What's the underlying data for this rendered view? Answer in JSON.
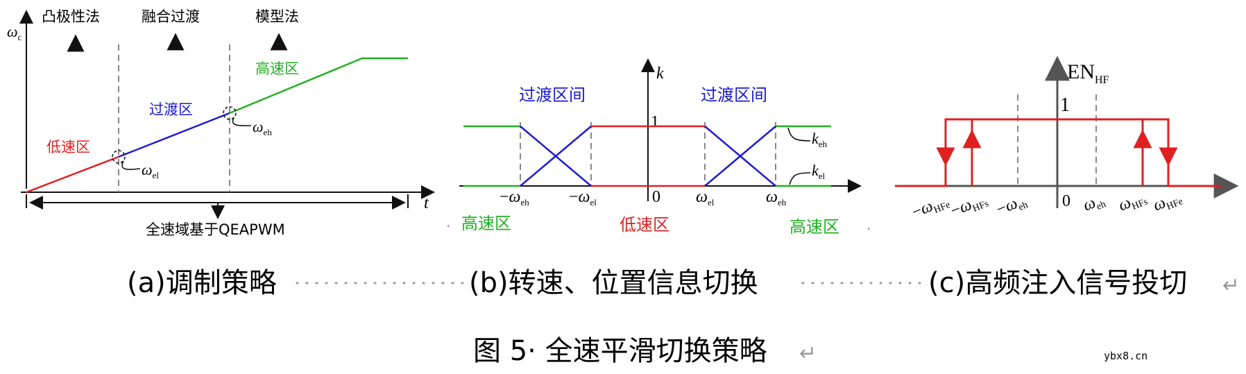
{
  "panel_a": {
    "y_axis_label": "ω",
    "y_axis_sub": "c",
    "x_axis_label": "t",
    "top_labels": [
      "凸极性法",
      "融合过渡",
      "模型法"
    ],
    "region_low": "低速区",
    "region_transition": "过渡区",
    "region_high": "高速区",
    "omega_el": "ω",
    "omega_el_sub": "el",
    "omega_eh": "ω",
    "omega_eh_sub": "eh",
    "bottom_label": "全速域基于QEAPWM"
  },
  "panel_b": {
    "y_axis_label": "k",
    "tick_one": "1",
    "tick_zero": "0",
    "transition_label_left": "过渡区间",
    "transition_label_right": "过渡区间",
    "curve_keh": "k",
    "curve_keh_sub": "eh",
    "curve_kel": "k",
    "curve_kel_sub": "el",
    "x_ticks": [
      {
        "sign": "−",
        "sym": "ω",
        "sub": "eh"
      },
      {
        "sign": "−",
        "sym": "ω",
        "sub": "el"
      },
      {
        "sign": "",
        "sym": "ω",
        "sub": "el"
      },
      {
        "sign": "",
        "sym": "ω",
        "sub": "eh"
      }
    ],
    "region_high_left": "高速区",
    "region_low": "低速区",
    "region_high_right": "高速区"
  },
  "panel_c": {
    "y_axis_label": "EN",
    "y_axis_sub": "HF",
    "tick_one": "1",
    "tick_zero": "0",
    "x_ticks": [
      {
        "sign": "−",
        "sym": "ω",
        "sub": "HFe"
      },
      {
        "sign": "−",
        "sym": "ω",
        "sub": "HFs"
      },
      {
        "sign": "−",
        "sym": "ω",
        "sub": "eh"
      },
      {
        "sign": "",
        "sym": "ω",
        "sub": "eh"
      },
      {
        "sign": "",
        "sym": "ω",
        "sub": "HFs"
      },
      {
        "sign": "",
        "sym": "ω",
        "sub": "HFe"
      }
    ]
  },
  "captions": {
    "a": "(a)调制策略",
    "b": "(b)转速、位置信息切换",
    "c": "(c)高频注入信号投切",
    "return_mark": "↵",
    "figure_title": "图 5· 全速平滑切换策略",
    "figure_return": "↵"
  },
  "watermark": "ybx8.cn",
  "colors": {
    "red": "#e02020",
    "blue": "#1a1ad0",
    "green": "#22b022",
    "dash": "#888888",
    "axis": "#111111",
    "axis_c": "#555555"
  }
}
